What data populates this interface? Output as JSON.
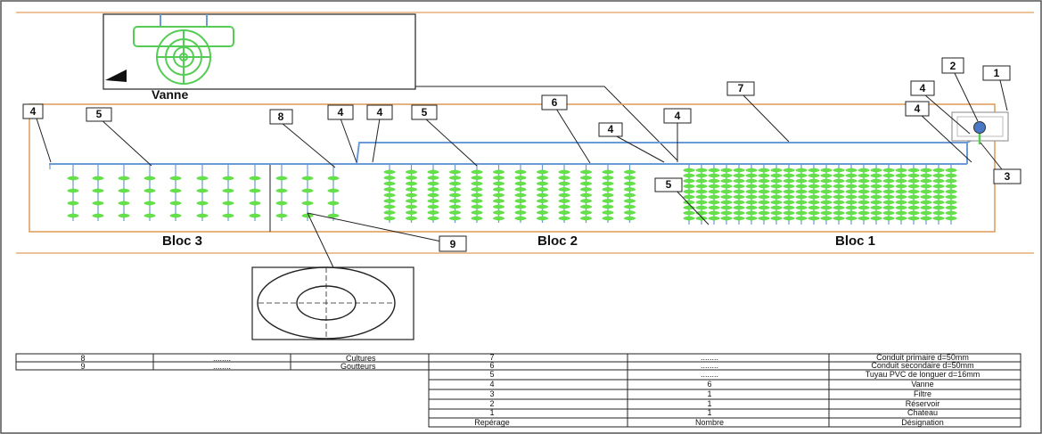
{
  "colors": {
    "primary_pipe": "#6b9ad6",
    "block_border": "#e0a060",
    "plant": "#66e04a",
    "valve": "#55cc55",
    "line": "#222222"
  },
  "vanne_label": "Vanne",
  "blocs": {
    "bloc3": "Bloc 3",
    "bloc2": "Bloc 2",
    "bloc1": "Bloc 1"
  },
  "callouts": [
    "4",
    "5",
    "8",
    "4",
    "4",
    "5",
    "6",
    "4",
    "4",
    "7",
    "4",
    "4",
    "2",
    "1",
    "3",
    "5",
    "9"
  ],
  "nomenclature_left": [
    {
      "ref": "8",
      "nombre": "........",
      "designation": "Cultures"
    },
    {
      "ref": "9",
      "nombre": "........",
      "designation": "Goutteurs"
    }
  ],
  "nomenclature_right": [
    {
      "ref": "7",
      "nombre": "........",
      "designation": "Conduit primaire d=50mm"
    },
    {
      "ref": "6",
      "nombre": "........",
      "designation": "Conduit secondaire d=50mm"
    },
    {
      "ref": "5",
      "nombre": "........",
      "designation": "Tuyau PVC de longuer d=16mm"
    },
    {
      "ref": "4",
      "nombre": "6",
      "designation": "Vanne"
    },
    {
      "ref": "3",
      "nombre": "1",
      "designation": "Filtre"
    },
    {
      "ref": "2",
      "nombre": "1",
      "designation": "Réservoir"
    },
    {
      "ref": "1",
      "nombre": "1",
      "designation": "Chateau"
    },
    {
      "ref": "Repérage",
      "nombre": "Nombre",
      "designation": "Désignation"
    }
  ]
}
